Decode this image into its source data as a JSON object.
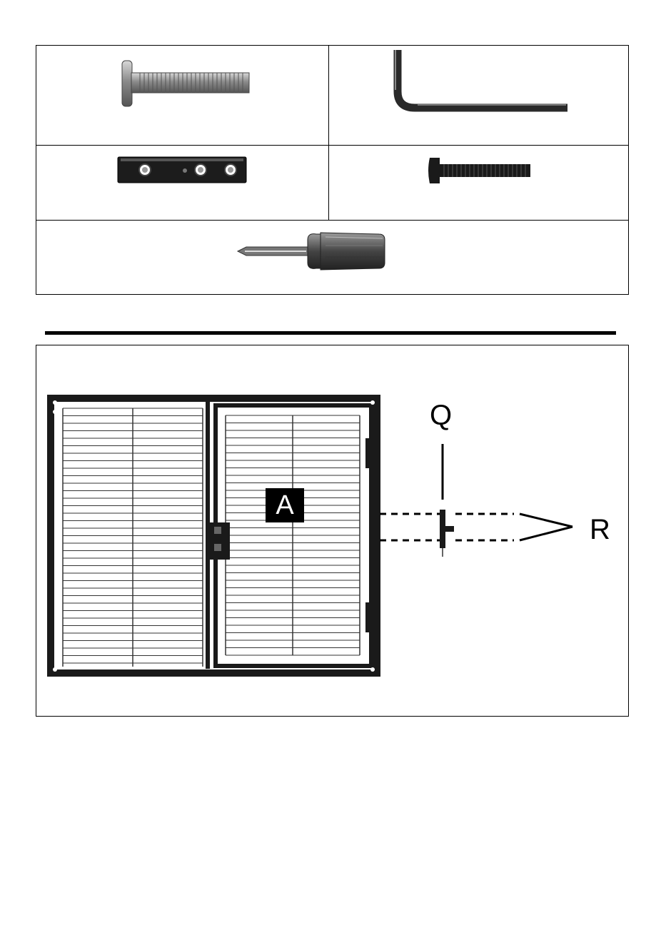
{
  "parts": [
    {
      "name": "bolt",
      "icon": "hex-bolt-icon"
    },
    {
      "name": "allen-key",
      "icon": "allen-key-icon"
    },
    {
      "name": "connector-plate",
      "icon": "connector-plate-icon"
    },
    {
      "name": "black-screw",
      "icon": "black-screw-icon"
    },
    {
      "name": "screwdriver",
      "icon": "screwdriver-icon"
    }
  ],
  "assembly": {
    "panel_label": "A",
    "label_q": "Q",
    "label_r": "R"
  },
  "colors": {
    "frame": "#1a1a1a",
    "label_bg": "#000000",
    "label_text": "#ffffff"
  }
}
